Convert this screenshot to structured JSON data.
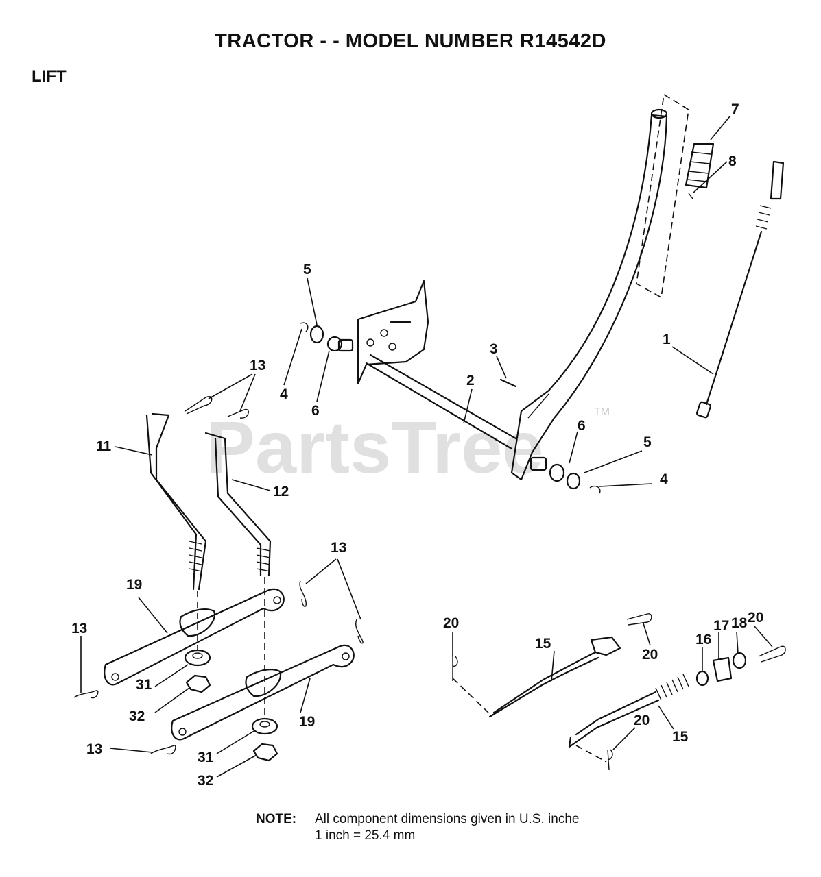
{
  "title": "TRACTOR - - MODEL NUMBER R14542D",
  "subtitle": "LIFT",
  "watermark": {
    "text": "PartsTree",
    "tm": "TM"
  },
  "callouts": [
    "1",
    "2",
    "3",
    "4",
    "4",
    "5",
    "5",
    "6",
    "6",
    "7",
    "8",
    "11",
    "12",
    "13",
    "13",
    "13",
    "13",
    "15",
    "15",
    "16",
    "17",
    "18",
    "19",
    "19",
    "20",
    "20",
    "20",
    "20",
    "31",
    "31",
    "32",
    "32"
  ],
  "note": {
    "label": "NOTE:",
    "line1": "All component dimensions given in U.S. inche",
    "line2": "1 inch = 25.4 mm"
  }
}
